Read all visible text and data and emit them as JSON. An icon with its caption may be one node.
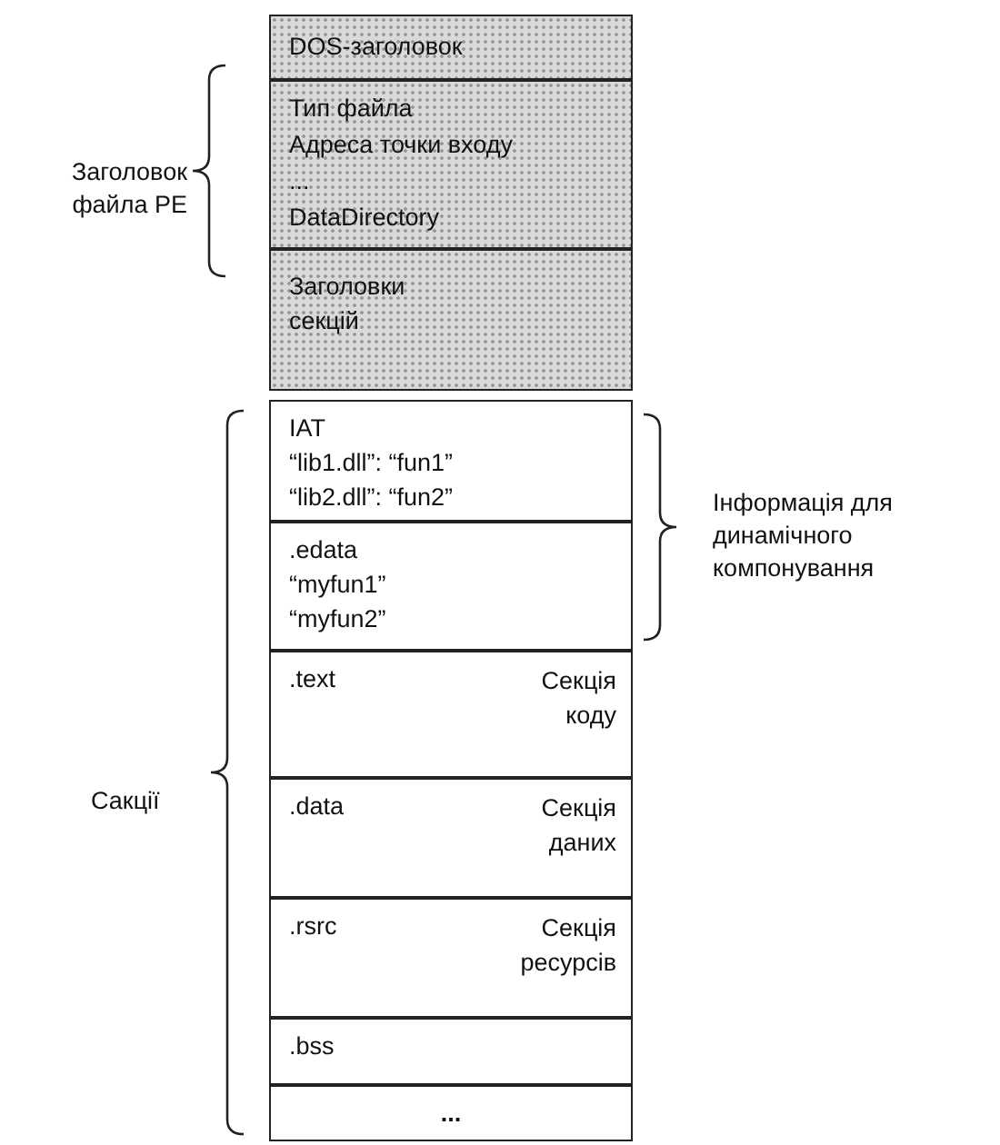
{
  "diagram": {
    "nodes": [
      {
        "text": [
          "DOS-заголовок"
        ]
      },
      {
        "text": [
          "Тип файла",
          "Адреса точки входу",
          "...",
          "DataDirectory"
        ]
      },
      {
        "text": [
          "Заголовки секцій"
        ]
      },
      {
        "text": [
          "IAT",
          "“lib1.dll”: “fun1”",
          "“lib2.dll”: “fun2”"
        ]
      },
      {
        "text": [
          ".edata",
          "“myfun1”",
          "“myfun2”"
        ]
      },
      {
        "text": [
          ".text",
          "Секція коду"
        ]
      },
      {
        "text": [
          ".data",
          "Секція даних"
        ]
      },
      {
        "text": [
          ".rsrc",
          "Секція ресурсів"
        ]
      },
      {
        "text": [
          ".bss"
        ]
      },
      {
        "text": [
          "..."
        ]
      }
    ],
    "labels": [
      "Заголовок файла PE",
      "Інформація для динамічного компонування",
      "Сакції"
    ]
  }
}
